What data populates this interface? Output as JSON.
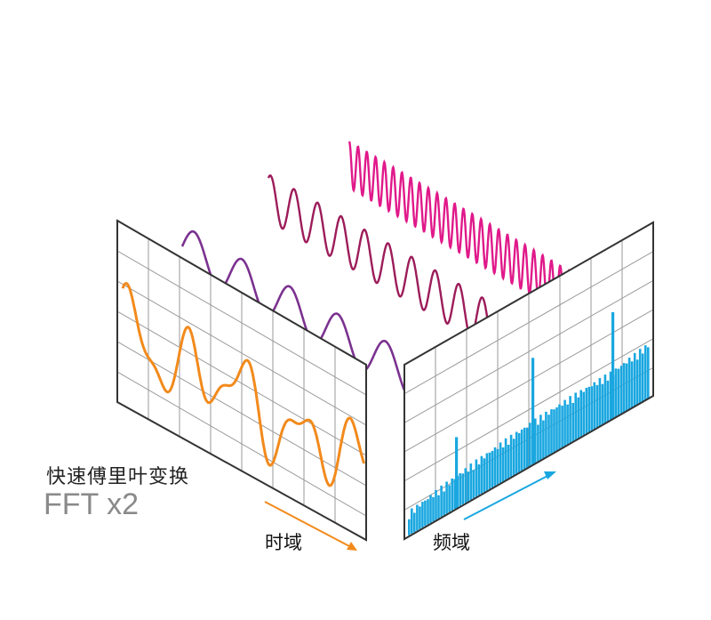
{
  "title_cn": "快速傅里叶变换",
  "title_en": "FFT x2",
  "time_domain_label": "时域",
  "frequency_domain_label": "频域",
  "colors": {
    "time_signal": "#f28a1c",
    "wave_low": "#7b3290",
    "wave_mid": "#9c1c5a",
    "wave_high": "#e0198a",
    "spectrum": "#1aa7e0",
    "grid": "#9a9a9a",
    "panel_border": "#333333"
  },
  "icons": [
    "arrow-right-down-icon",
    "arrow-right-up-icon"
  ]
}
